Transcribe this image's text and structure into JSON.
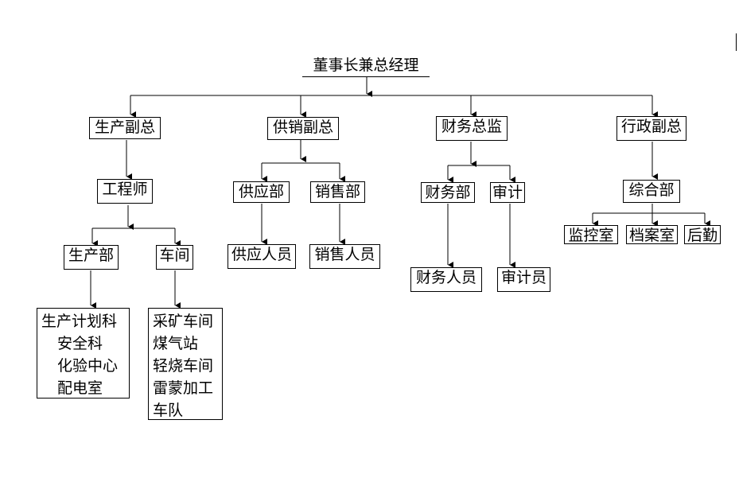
{
  "root": {
    "label": "董事长兼总经理"
  },
  "level1": [
    {
      "label": "生产副总"
    },
    {
      "label": "供销副总"
    },
    {
      "label": "财务总监"
    },
    {
      "label": "行政副总"
    }
  ],
  "production": {
    "engineer": {
      "label": "工程师"
    },
    "dept": {
      "label": "生产部",
      "items": [
        "生产计划科",
        "安全科",
        "化验中心",
        "配电室"
      ]
    },
    "workshop": {
      "label": "车间",
      "items": [
        "采矿车间",
        "煤气站",
        "轻烧车间",
        "雷蒙加工",
        "车队"
      ]
    }
  },
  "sales": {
    "supply": {
      "label": "供应部",
      "staff": "供应人员"
    },
    "sell": {
      "label": "销售部",
      "staff": "销售人员"
    }
  },
  "finance": {
    "dept": {
      "label": "财务部",
      "staff": "财务人员"
    },
    "audit": {
      "label": "审计",
      "staff": "审计员"
    }
  },
  "admin": {
    "general": {
      "label": "综合部"
    },
    "children": [
      "监控室",
      "档案室",
      "后勤"
    ]
  }
}
